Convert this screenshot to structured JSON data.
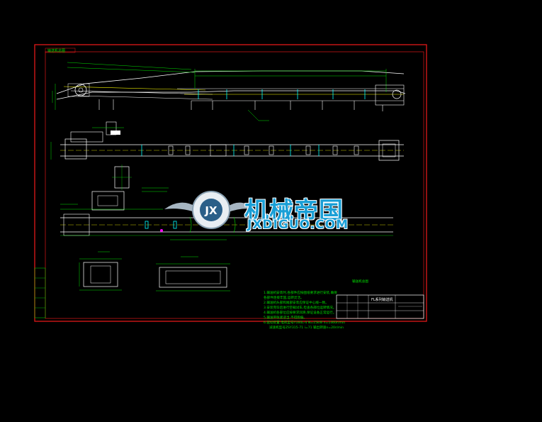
{
  "drawing": {
    "title_line": "输送机总图",
    "block_label": "FL系列输送机",
    "watermark_main": "机械帝国",
    "watermark_sub": "JXDIGUO.COM",
    "watermark_logo": "JX",
    "notes": [
      "1.输送机安装时,各部件应按图纸要求进行安装,确保",
      "  各部件连接牢固,运转灵活。",
      "2.输送机头部和尾部安装应保证中心线一致。",
      "3.安装完毕后进行空载试车,检查各部位运转情况。",
      "4.输送机各部位应按要求润滑,保证设备正常运行。",
      "5.输送带张紧适当,不得跑偏。",
      "6.驱动装置:电机型号Y160L-4 N=15kW n=1460r/min",
      "  减速机型号ZSY315-71 i=71 输出转速n=20r/min"
    ]
  },
  "colors": {
    "background": "#000000",
    "frame": "#e01818",
    "geometry": "#ffffff",
    "dimension": "#00e000",
    "centerline": "#ffff00",
    "accent": "#00ffff",
    "highlight": "#ff00ff",
    "watermark": "#1a9fd6"
  }
}
